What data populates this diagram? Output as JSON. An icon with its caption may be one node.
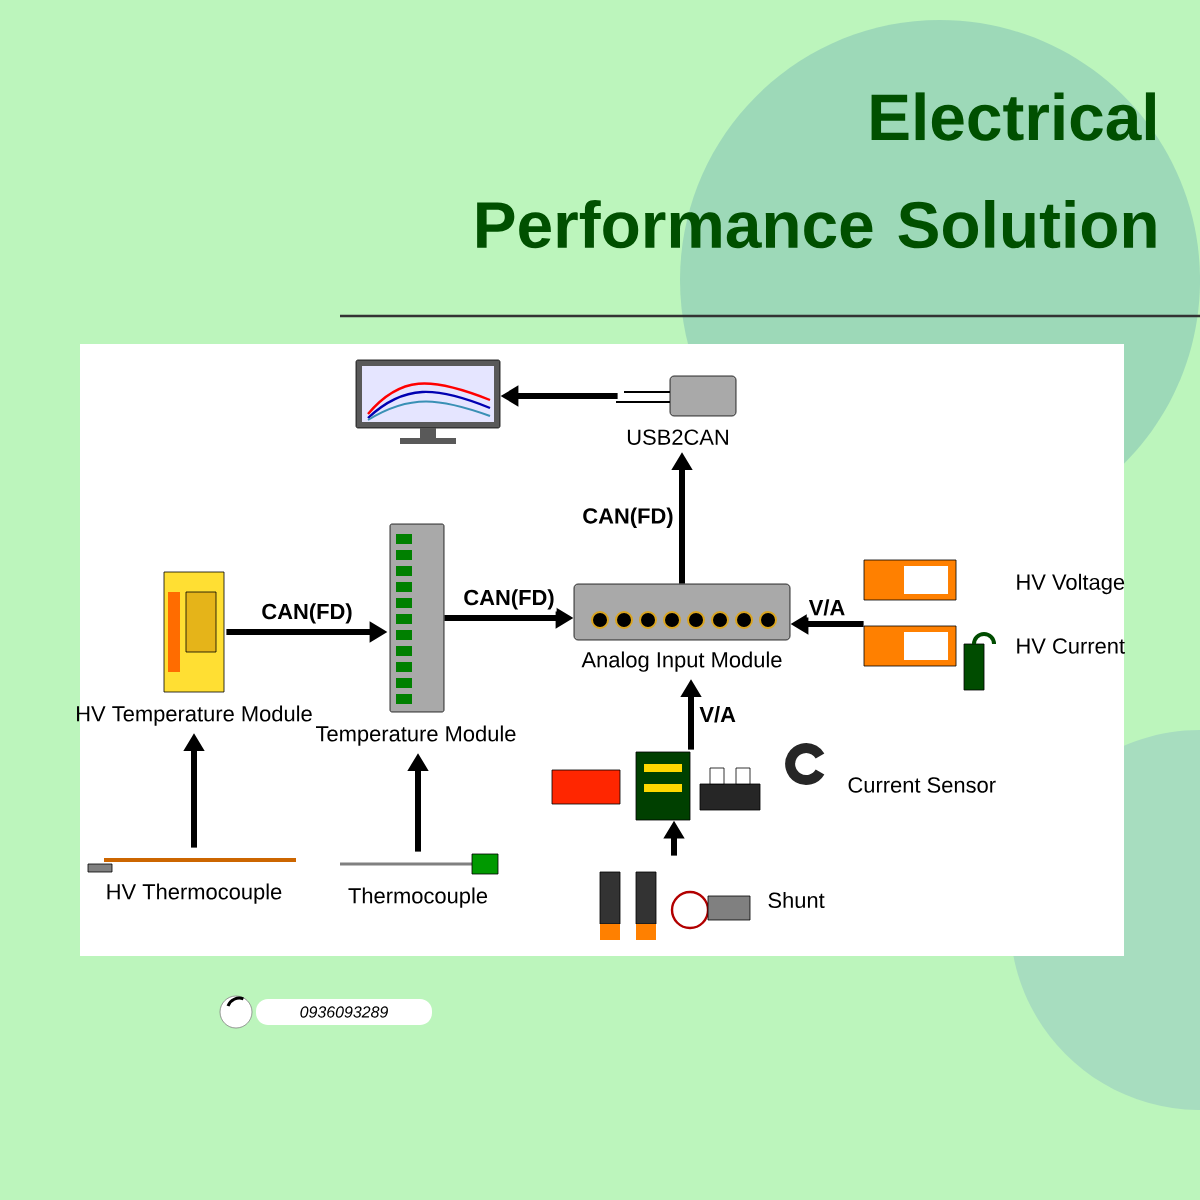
{
  "diagram": {
    "title": "Electrical Performance Solution",
    "nodes": [
      {
        "text": [],
        "shape": "picture"
      },
      {
        "text": [
          "USB2CAN"
        ]
      },
      {
        "text": [
          "HV Temperature Module"
        ]
      },
      {
        "text": [
          "Temperature Module"
        ]
      },
      {
        "text": [
          "Analog Input Module"
        ]
      },
      {
        "text": [
          "HV Voltage",
          "HV Current"
        ]
      },
      {
        "text": [
          "Current Sensor"
        ]
      },
      {
        "text": [
          "HV Thermocouple"
        ]
      },
      {
        "text": [
          "Thermocouple"
        ]
      },
      {
        "text": [
          "Shunt"
        ]
      }
    ],
    "edges": [
      {
        "from": 1,
        "to": 0,
        "arrow": "to"
      },
      {
        "from": 4,
        "to": 1,
        "arrow": "to",
        "label": "CAN(FD)"
      },
      {
        "from": 2,
        "to": 3,
        "arrow": "to",
        "label": "CAN(FD)"
      },
      {
        "from": 3,
        "to": 4,
        "arrow": "to",
        "label": "CAN(FD)"
      },
      {
        "from": 5,
        "to": 4,
        "arrow": "to",
        "label": "V/A"
      },
      {
        "from": 6,
        "to": 4,
        "arrow": "to",
        "label": "V/A"
      },
      {
        "from": 7,
        "to": 2,
        "arrow": "to"
      },
      {
        "from": 8,
        "to": 3,
        "arrow": "to"
      },
      {
        "from": 9,
        "to": 6,
        "arrow": "to"
      }
    ],
    "labels": [
      "0936093289"
    ]
  }
}
